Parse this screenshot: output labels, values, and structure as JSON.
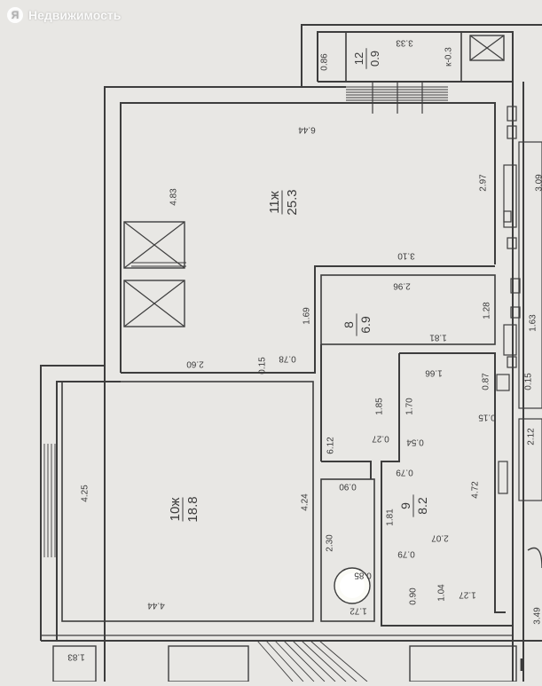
{
  "watermark": {
    "logo_glyph": "Я",
    "text": "Недвижимость"
  },
  "rooms": [
    {
      "id": "r11",
      "number": "11ж",
      "area": "25.3"
    },
    {
      "id": "r10",
      "number": "10ж",
      "area": "18.8"
    },
    {
      "id": "r8",
      "number": "8",
      "area": "6.9"
    },
    {
      "id": "r9",
      "number": "9",
      "area": "8.2"
    },
    {
      "id": "r12",
      "number": "12",
      "area": "0.9"
    }
  ],
  "dimensions": [
    "6.44",
    "4.83",
    "2.97",
    "3.10",
    "1.69",
    "2.96",
    "1.28",
    "0.78",
    "0.15",
    "2.60",
    "1.81",
    "1.85",
    "1.70",
    "1.66",
    "0.87",
    "0.15",
    "0.27",
    "0.54",
    "0.15",
    "4.25",
    "4.24",
    "6.12",
    "4.44",
    "0.90",
    "0.79",
    "4.72",
    "1.81",
    "2.07",
    "2.30",
    "0.79",
    "0.85",
    "1.04",
    "1.27",
    "0.90",
    "1.72",
    "3.33",
    "0.86",
    "к-0.3",
    "3.09",
    "1.63",
    "2.12",
    "3.49",
    "1.83"
  ],
  "stair_mark": "I",
  "colors": {
    "paper": "#e8e7e4",
    "line": "#3e3e3e",
    "wall": "#f2f1ee"
  }
}
